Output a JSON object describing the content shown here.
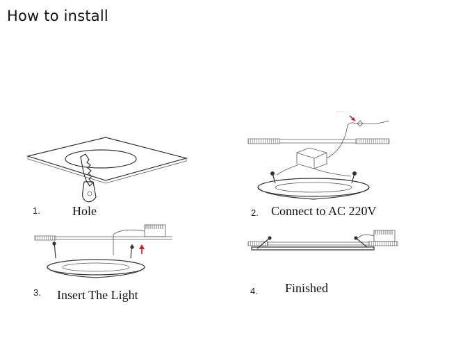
{
  "title": "How to install",
  "steps": [
    {
      "number": "1.",
      "caption": "Hole"
    },
    {
      "number": "2.",
      "caption": "Connect to AC 220V"
    },
    {
      "number": "3.",
      "caption": "Insert The Light"
    },
    {
      "number": "4.",
      "caption": "Finished"
    }
  ],
  "colors": {
    "ink": "#333333",
    "arrow": "#cc2222",
    "hatch": "#777777"
  }
}
